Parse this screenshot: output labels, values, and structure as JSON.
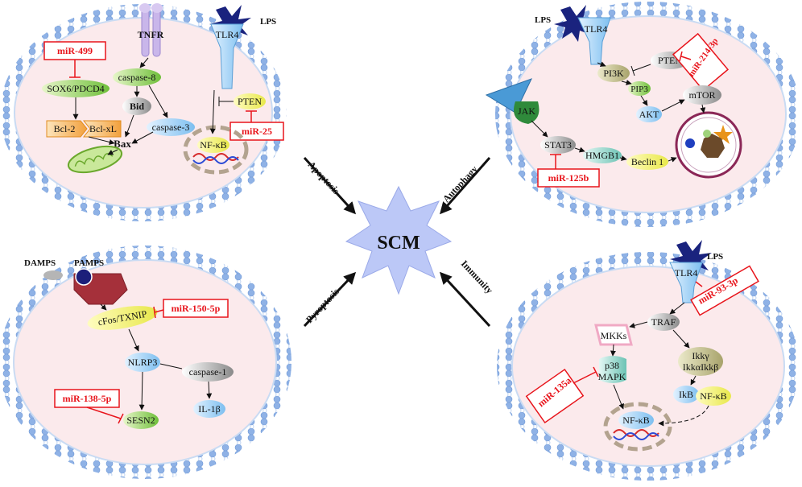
{
  "center": {
    "label": "SCM"
  },
  "processes": {
    "apoptosis": "Apoptosis",
    "autophagy": "Autophagy",
    "pyroptosis": "Pyroptosis",
    "immunity": "Immunity"
  },
  "apoptosis_cell": {
    "tnfr": "TNFR",
    "lps": "LPS",
    "tlr4": "TLR4",
    "mir499": "miR-499",
    "sox6": "SOX6/PDCD4",
    "caspase8": "caspase-8",
    "bid": "Bid",
    "caspase3": "caspase-3",
    "bcl2": "Bcl-2",
    "bclxl": "Bcl-xL",
    "bax": "Bax",
    "pten": "PTEN",
    "mir25": "miR-25",
    "nfkb": "NF-κB"
  },
  "autophagy_cell": {
    "lps": "LPS",
    "tlr4": "TLR4",
    "pi3k": "PI3K",
    "pten": "PTEN",
    "mir214": "miR-214-3p",
    "pip3": "PIP3",
    "akt": "AKT",
    "mtor": "mTOR",
    "jak": "JAK",
    "stat3": "STAT3",
    "hmgb1": "HMGB1",
    "beclin1": "Beclin 1",
    "mir125b": "miR-125b"
  },
  "pyroptosis_cell": {
    "damps": "DAMPS",
    "pamps": "PAMPS",
    "cfos": "cFos/TXNIP",
    "mir150": "miR-150-5p",
    "nlrp3": "NLRP3",
    "caspase1": "caspase-1",
    "mir138": "miR-138-5p",
    "sesn2": "SESN2",
    "il1b": "IL-1β"
  },
  "immunity_cell": {
    "lps": "LPS",
    "tlr4": "TLR4",
    "mir93": "miR-93-3p",
    "traf": "TRAF",
    "mkks": "MKKs",
    "ikkg": "Ikkγ",
    "ikkab": "IkkαIkkβ",
    "p38": "p38",
    "mapk": "MAPK",
    "ikb": "IkB",
    "nfkb_cyto": "NF-κB",
    "mir135": "miR-135a",
    "nfkb_nuc": "NF-κB"
  },
  "colors": {
    "membrane": "#a9c8ee",
    "cytoplasm": "#fbeaec",
    "mirna": "#e8141b",
    "center_star": "#bcc8f7"
  }
}
